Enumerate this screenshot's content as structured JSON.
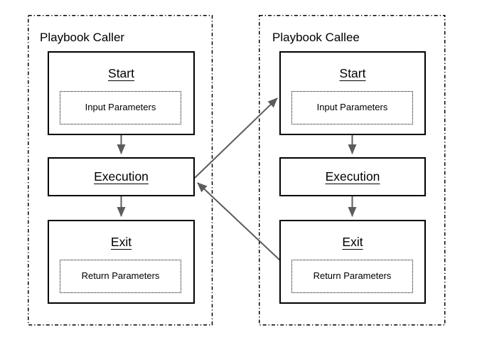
{
  "colors": {
    "background": "#ffffff",
    "container_border": "#000000",
    "node_border": "#000000",
    "arrow": "#5c5c5c",
    "text": "#000000"
  },
  "playbooks": [
    {
      "title": "Playbook Caller",
      "nodes": [
        {
          "heading": "Start",
          "param": "Input Parameters"
        },
        {
          "heading": "Execution"
        },
        {
          "heading": "Exit",
          "param": "Return Parameters"
        }
      ]
    },
    {
      "title": "Playbook Callee",
      "nodes": [
        {
          "heading": "Start",
          "param": "Input Parameters"
        },
        {
          "heading": "Execution"
        },
        {
          "heading": "Exit",
          "param": "Return Parameters"
        }
      ]
    }
  ]
}
